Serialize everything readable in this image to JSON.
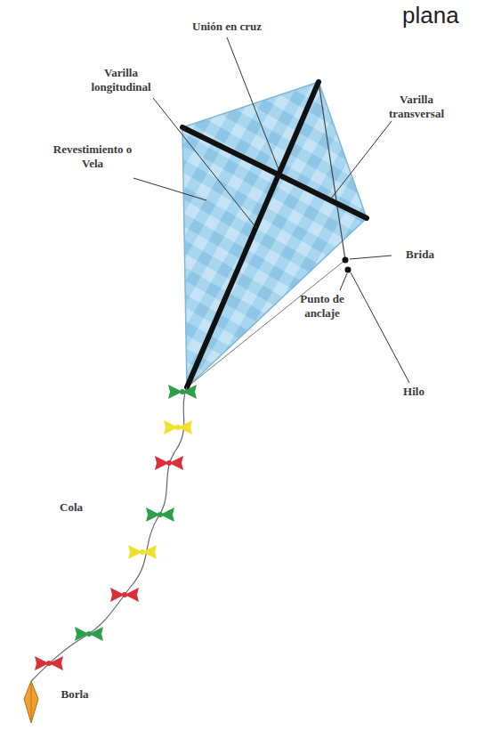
{
  "diagram": {
    "title": "plana",
    "labels": [
      "Unión en cruz",
      "Varilla longitudinal",
      "Varilla transversal",
      "Revestimiento o Vela",
      "Brida",
      "Punto de anclaje",
      "Hilo",
      "Cola",
      "Borla"
    ]
  }
}
